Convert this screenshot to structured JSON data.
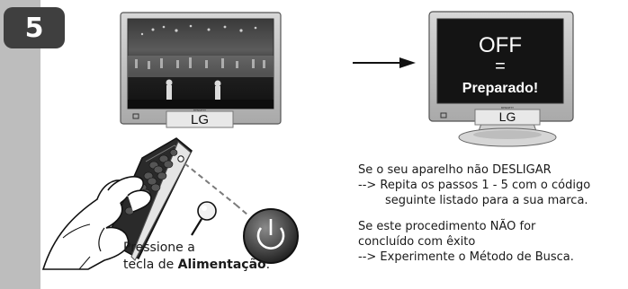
{
  "step": {
    "number": "5"
  },
  "tv_left": {
    "brand": "LG"
  },
  "tv_right": {
    "brand": "LG",
    "screen_line1": "OFF",
    "screen_line2": "=",
    "screen_line3": "Preparado!"
  },
  "caption": {
    "line1": "Pressione a",
    "line2_prefix": "tecla de ",
    "line2_bold": "Alimentação",
    "line2_suffix": "."
  },
  "instructions": {
    "p1_line1": "Se o seu aparelho não DESLIGAR",
    "p1_line2": "--> Repita os passos 1 - 5 com o código",
    "p1_line3": "seguinte listado para a sua marca.",
    "p2_line1": "Se este procedimento NÃO for",
    "p2_line2": "concluído com êxito",
    "p2_line3": "--> Experimente o Método de Busca."
  },
  "icons": [
    "arrow-right-icon",
    "power-icon",
    "magnifier-icon",
    "remote-control-icon",
    "hand-icon"
  ]
}
